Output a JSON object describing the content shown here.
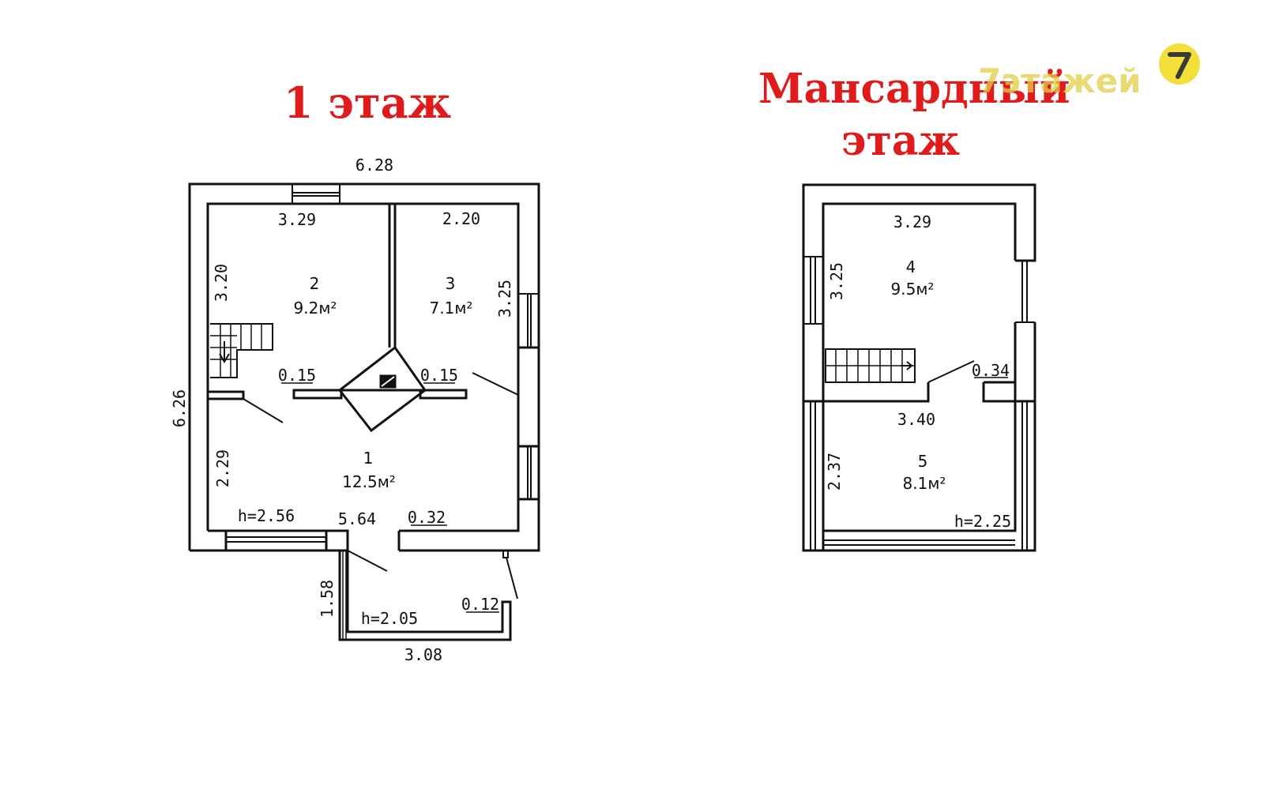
{
  "watermark": "7этажей",
  "floor1": {
    "title": "1 этаж",
    "dims": {
      "overall_width": "6.28",
      "overall_depth": "6.26",
      "room2_width": "3.29",
      "room3_width": "2.20",
      "room2_depth": "3.20",
      "room3_depth": "3.25",
      "partition_left": "0.15",
      "partition_right": "0.15",
      "room1_depth": "2.29",
      "room1_width": "5.64",
      "wall_thickness": "0.32",
      "height_main": "h=2.56",
      "porch_depth": "1.58",
      "porch_height": "h=2.05",
      "porch_wall": "0.12",
      "porch_width": "3.08"
    },
    "rooms": [
      {
        "number": "1",
        "area": "12.5м²"
      },
      {
        "number": "2",
        "area": "9.2м²"
      },
      {
        "number": "3",
        "area": "7.1м²"
      }
    ]
  },
  "attic": {
    "title": "Мансардный этаж",
    "dims": {
      "room4_width": "3.29",
      "room4_depth": "3.25",
      "partition": "0.34",
      "room5_width": "3.40",
      "room5_depth": "2.37",
      "height": "h=2.25"
    },
    "rooms": [
      {
        "number": "4",
        "area": "9.5м²"
      },
      {
        "number": "5",
        "area": "8.1м²"
      }
    ]
  }
}
